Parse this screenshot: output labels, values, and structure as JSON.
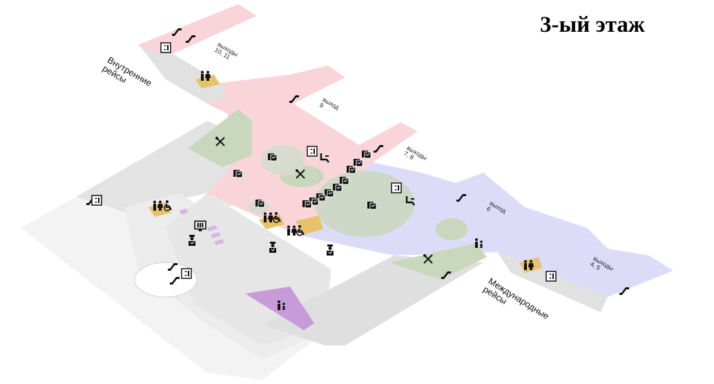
{
  "floor": {
    "title": "3-ый этаж"
  },
  "zones": {
    "domestic": "Внутренние\nрейсы",
    "international": "Международные\nрейсы"
  },
  "gates": {
    "g10_11": "выходы\n10, 11",
    "g9": "выход\n9",
    "g7_8": "выходы\n7, 8",
    "g6": "выход\n6",
    "g4_5": "выходы\n4, 5"
  },
  "colors": {
    "domestic_zone": "#f9d5da",
    "international_zone": "#dcdcf8",
    "neutral_floor": "#e3e3e3",
    "food_area": "#c9d8bc",
    "restroom_tile": "#e6c36b",
    "family_room": "#c79ad9",
    "icon": "#111111"
  },
  "icons": [
    "escalator-icon",
    "elevator-icon",
    "restroom-icon",
    "restaurant-icon",
    "shop-icon",
    "accessible-icon",
    "lounge-icon",
    "info-screen-icon",
    "security-icon",
    "family-room-icon"
  ]
}
